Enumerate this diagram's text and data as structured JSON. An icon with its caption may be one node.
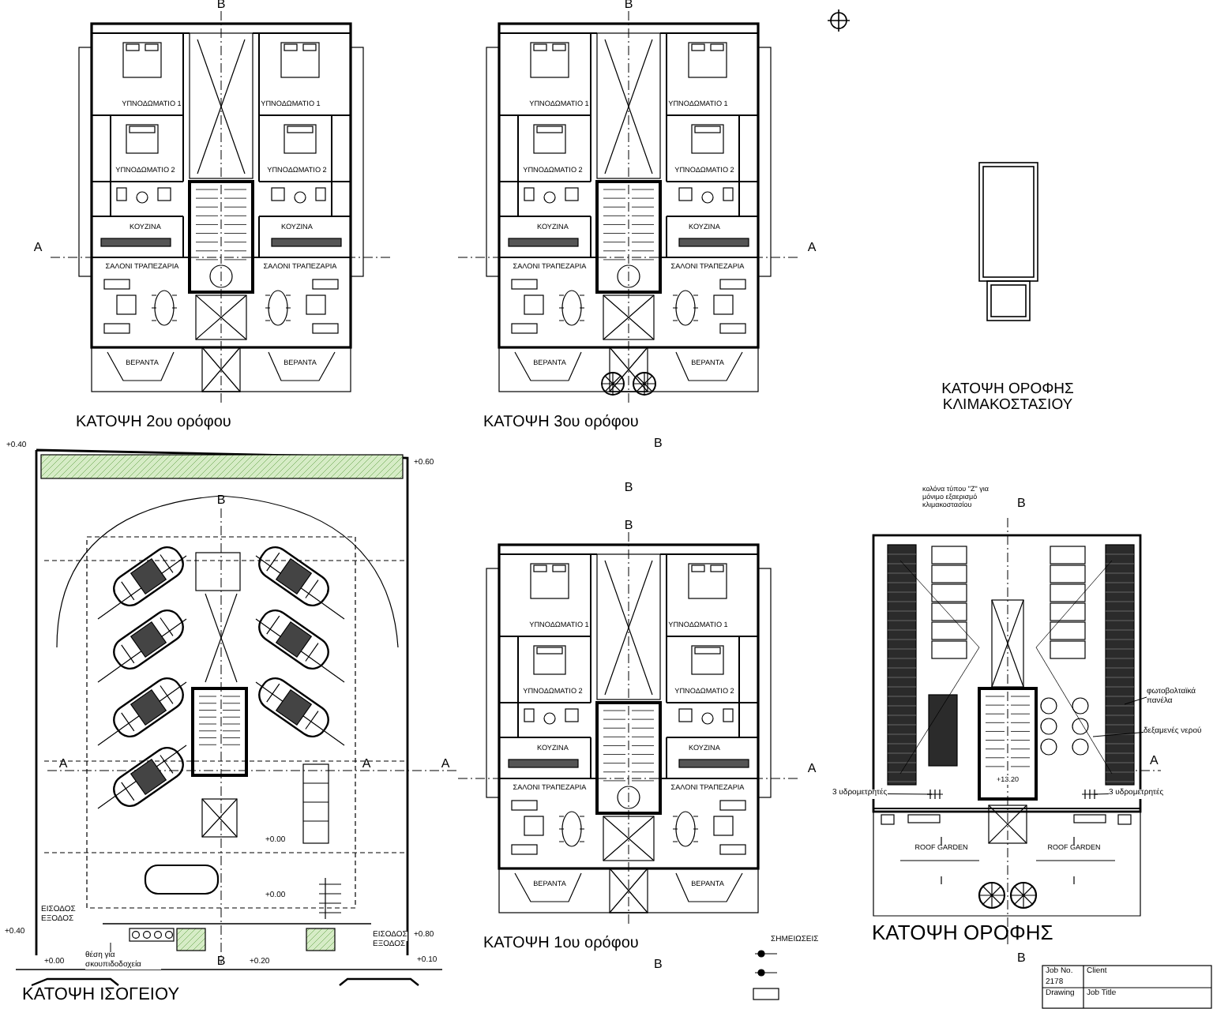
{
  "diagram": {
    "nodes": [
      {
        "text": [
          "φωτοβολταϊκά πανέλα"
        ]
      },
      {
        "text": [
          "δεξαμενές νερού"
        ]
      },
      {
        "text": [
          "3 υδρομετρητές"
        ]
      },
      {
        "text": [
          "3 υδρομετρητές"
        ]
      },
      {
        "text": [
          "θέση για σκουπιδοδοχεία"
        ]
      }
    ],
    "edges": [
      {
        "from": 0,
        "to": null,
        "arrow": "none"
      },
      {
        "from": 1,
        "to": null,
        "arrow": "none"
      },
      {
        "from": 2,
        "to": null,
        "arrow": "none"
      },
      {
        "from": 3,
        "to": null,
        "arrow": "none"
      },
      {
        "from": 4,
        "to": null,
        "arrow": "none"
      }
    ],
    "labels": [
      "B",
      "ΥΠΝΟΔΩΜΑΤΙΟ 1",
      "ΥΠΝΟΔΩΜΑΤΙΟ 1",
      "ΥΠΝΟΔΩΜΑΤΙΟ 2",
      "ΥΠΝΟΔΩΜΑΤΙΟ 2",
      "ΚΟΥΖΙΝΑ",
      "ΚΟΥΖΙΝΑ",
      "A",
      "ΣΑΛΟΝΙ ΤΡΑΠΕΖΑΡΙΑ",
      "ΣΑΛΟΝΙ ΤΡΑΠΕΖΑΡΙΑ",
      "ΒΕΡΑΝΤΑ",
      "ΒΕΡΑΝΤΑ",
      "ΚΑΤΟΨΗ 2ου ορόφου",
      "B",
      "ΥΠΝΟΔΩΜΑΤΙΟ 1",
      "ΥΠΝΟΔΩΜΑΤΙΟ 1",
      "ΥΠΝΟΔΩΜΑΤΙΟ 2",
      "ΥΠΝΟΔΩΜΑΤΙΟ 2",
      "ΚΟΥΖΙΝΑ",
      "ΚΟΥΖΙΝΑ",
      "A",
      "ΣΑΛΟΝΙ ΤΡΑΠΕΖΑΡΙΑ",
      "ΣΑΛΟΝΙ ΤΡΑΠΕΖΑΡΙΑ",
      "ΒΕΡΑΝΤΑ",
      "ΒΕΡΑΝΤΑ",
      "ΚΑΤΟΨΗ 3ου ορόφου",
      "B",
      "ΚΑΤΟΨΗ ΟΡΟΦΗΣ ΚΛΙΜΑΚΟΣΤΑΣΙΟΥ",
      "B",
      "B",
      "ΥΠΝΟΔΩΜΑΤΙΟ 1",
      "ΥΠΝΟΔΩΜΑΤΙΟ 1",
      "ΥΠΝΟΔΩΜΑΤΙΟ 2",
      "ΥΠΝΟΔΩΜΑΤΙΟ 2",
      "ΚΟΥΖΙΝΑ",
      "ΚΟΥΖΙΝΑ",
      "A",
      "ΣΑΛΟΝΙ ΤΡΑΠΕΖΑΡΙΑ",
      "ΣΑΛΟΝΙ ΤΡΑΠΕΖΑΡΙΑ",
      "ΒΕΡΑΝΤΑ",
      "ΒΕΡΑΝΤΑ",
      "ΚΑΤΟΨΗ 1ου ορόφου",
      "B",
      "+0.40",
      "+0.60",
      "B",
      "A",
      "A",
      "A",
      "+0.00",
      "+0.00",
      "ΕΙΣΟΔΟΣ",
      "ΕΞΟΔΟΣ",
      "ΕΙΣΟΔΟΣ",
      "ΕΞΟΔΟΣ",
      "+0.40",
      "+0.80",
      "+0.00",
      "B",
      "+0.20",
      "+0.10",
      "ΚΑΤΟΨΗ ΙΣΟΓΕΙΟΥ",
      "κολόνα τύπου \"Ζ\" για μόνιμο εξαερισμό κλιμακοστασίου",
      "B",
      "A",
      "+13.20",
      "ROOF GARDEN",
      "ROOF GARDEN",
      "ΚΑΤΟΨΗ ΟΡΟΦΗΣ",
      "B",
      "ΣΗΜΕΙΩΣΕΙΣ",
      "Job No.",
      "Client",
      "2178",
      "Drawing",
      "Job Title"
    ]
  }
}
